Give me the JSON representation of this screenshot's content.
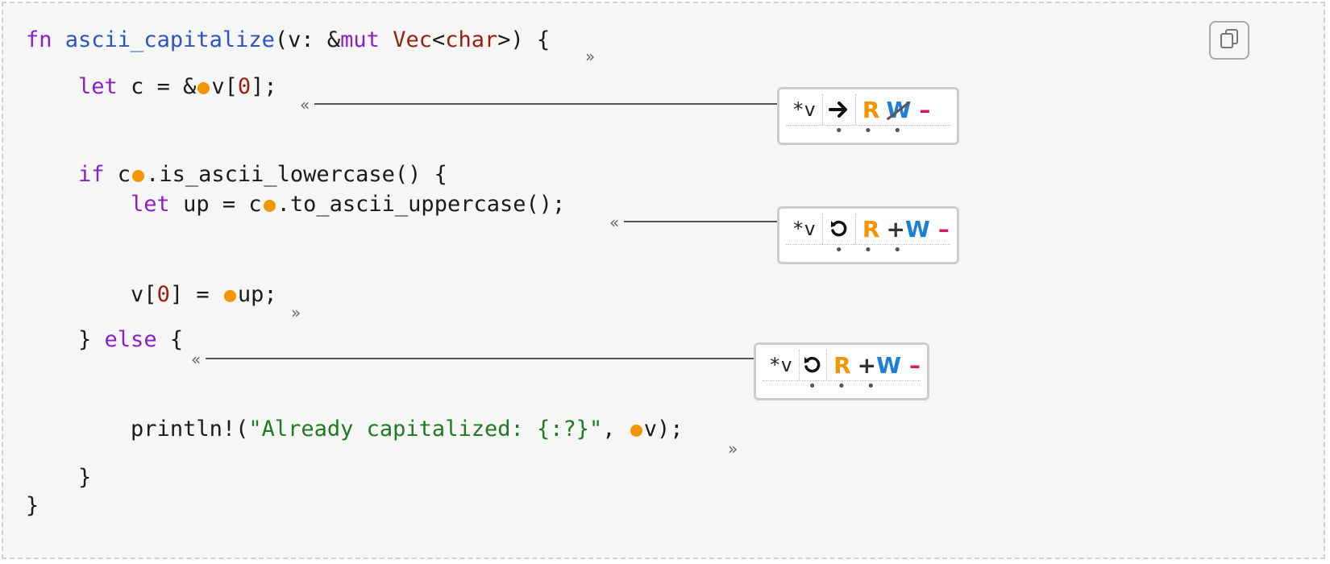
{
  "code": {
    "line1": {
      "kw_fn": "fn",
      "name": "ascii_capitalize",
      "open": "(v: &",
      "kw_mut": "mut",
      "type_vec": "Vec",
      "lt": "<",
      "type_char": "char",
      "gt": ">",
      "close": ") {"
    },
    "line2": {
      "indent": "    ",
      "kw_let": "let",
      "pre": " c = &",
      "post": "v[",
      "num": "0",
      "end": "];"
    },
    "line3": {
      "indent": "    ",
      "kw_if": "if",
      "pre": " c",
      "post": ".is_ascii_lowercase() {"
    },
    "line4": {
      "indent": "        ",
      "kw_let": "let",
      "pre": " up = c",
      "post": ".to_ascii_uppercase();"
    },
    "line5": {
      "indent": "        ",
      "pre": "v[",
      "num": "0",
      "mid": "] = ",
      "post": "up;"
    },
    "line6": {
      "indent": "    ",
      "pre": "} ",
      "kw_else": "else",
      "post": " {"
    },
    "line7": {
      "indent": "        ",
      "pre": "println!(",
      "str": "\"Already capitalized: {:?}\"",
      "mid": ", ",
      "post": "v);"
    },
    "line8": {
      "text": "    }"
    },
    "line9": {
      "text": "}"
    }
  },
  "markers": {
    "right": "»",
    "left": "«"
  },
  "permission_boxes": [
    {
      "path": "*v",
      "action_icon": "arrow-right-icon",
      "read": "R",
      "write": "W",
      "write_struck": true,
      "own": "–",
      "more": "• • •"
    },
    {
      "path": "*v",
      "action_icon": "undo-icon",
      "read": "R",
      "plus": "+",
      "write": "W",
      "own": "–",
      "more": "• • •"
    },
    {
      "path": "*v",
      "action_icon": "undo-icon",
      "read": "R",
      "plus": "+",
      "write": "W",
      "own": "–",
      "more": "• • •"
    }
  ],
  "colors": {
    "keyword": "#8a1fc8",
    "function": "#2c52c9",
    "type": "#9a1e0e",
    "string": "#1e7a1e",
    "dot": "#f29500",
    "read": "#f29500",
    "write": "#1e7fd6",
    "own": "#d81b60"
  }
}
